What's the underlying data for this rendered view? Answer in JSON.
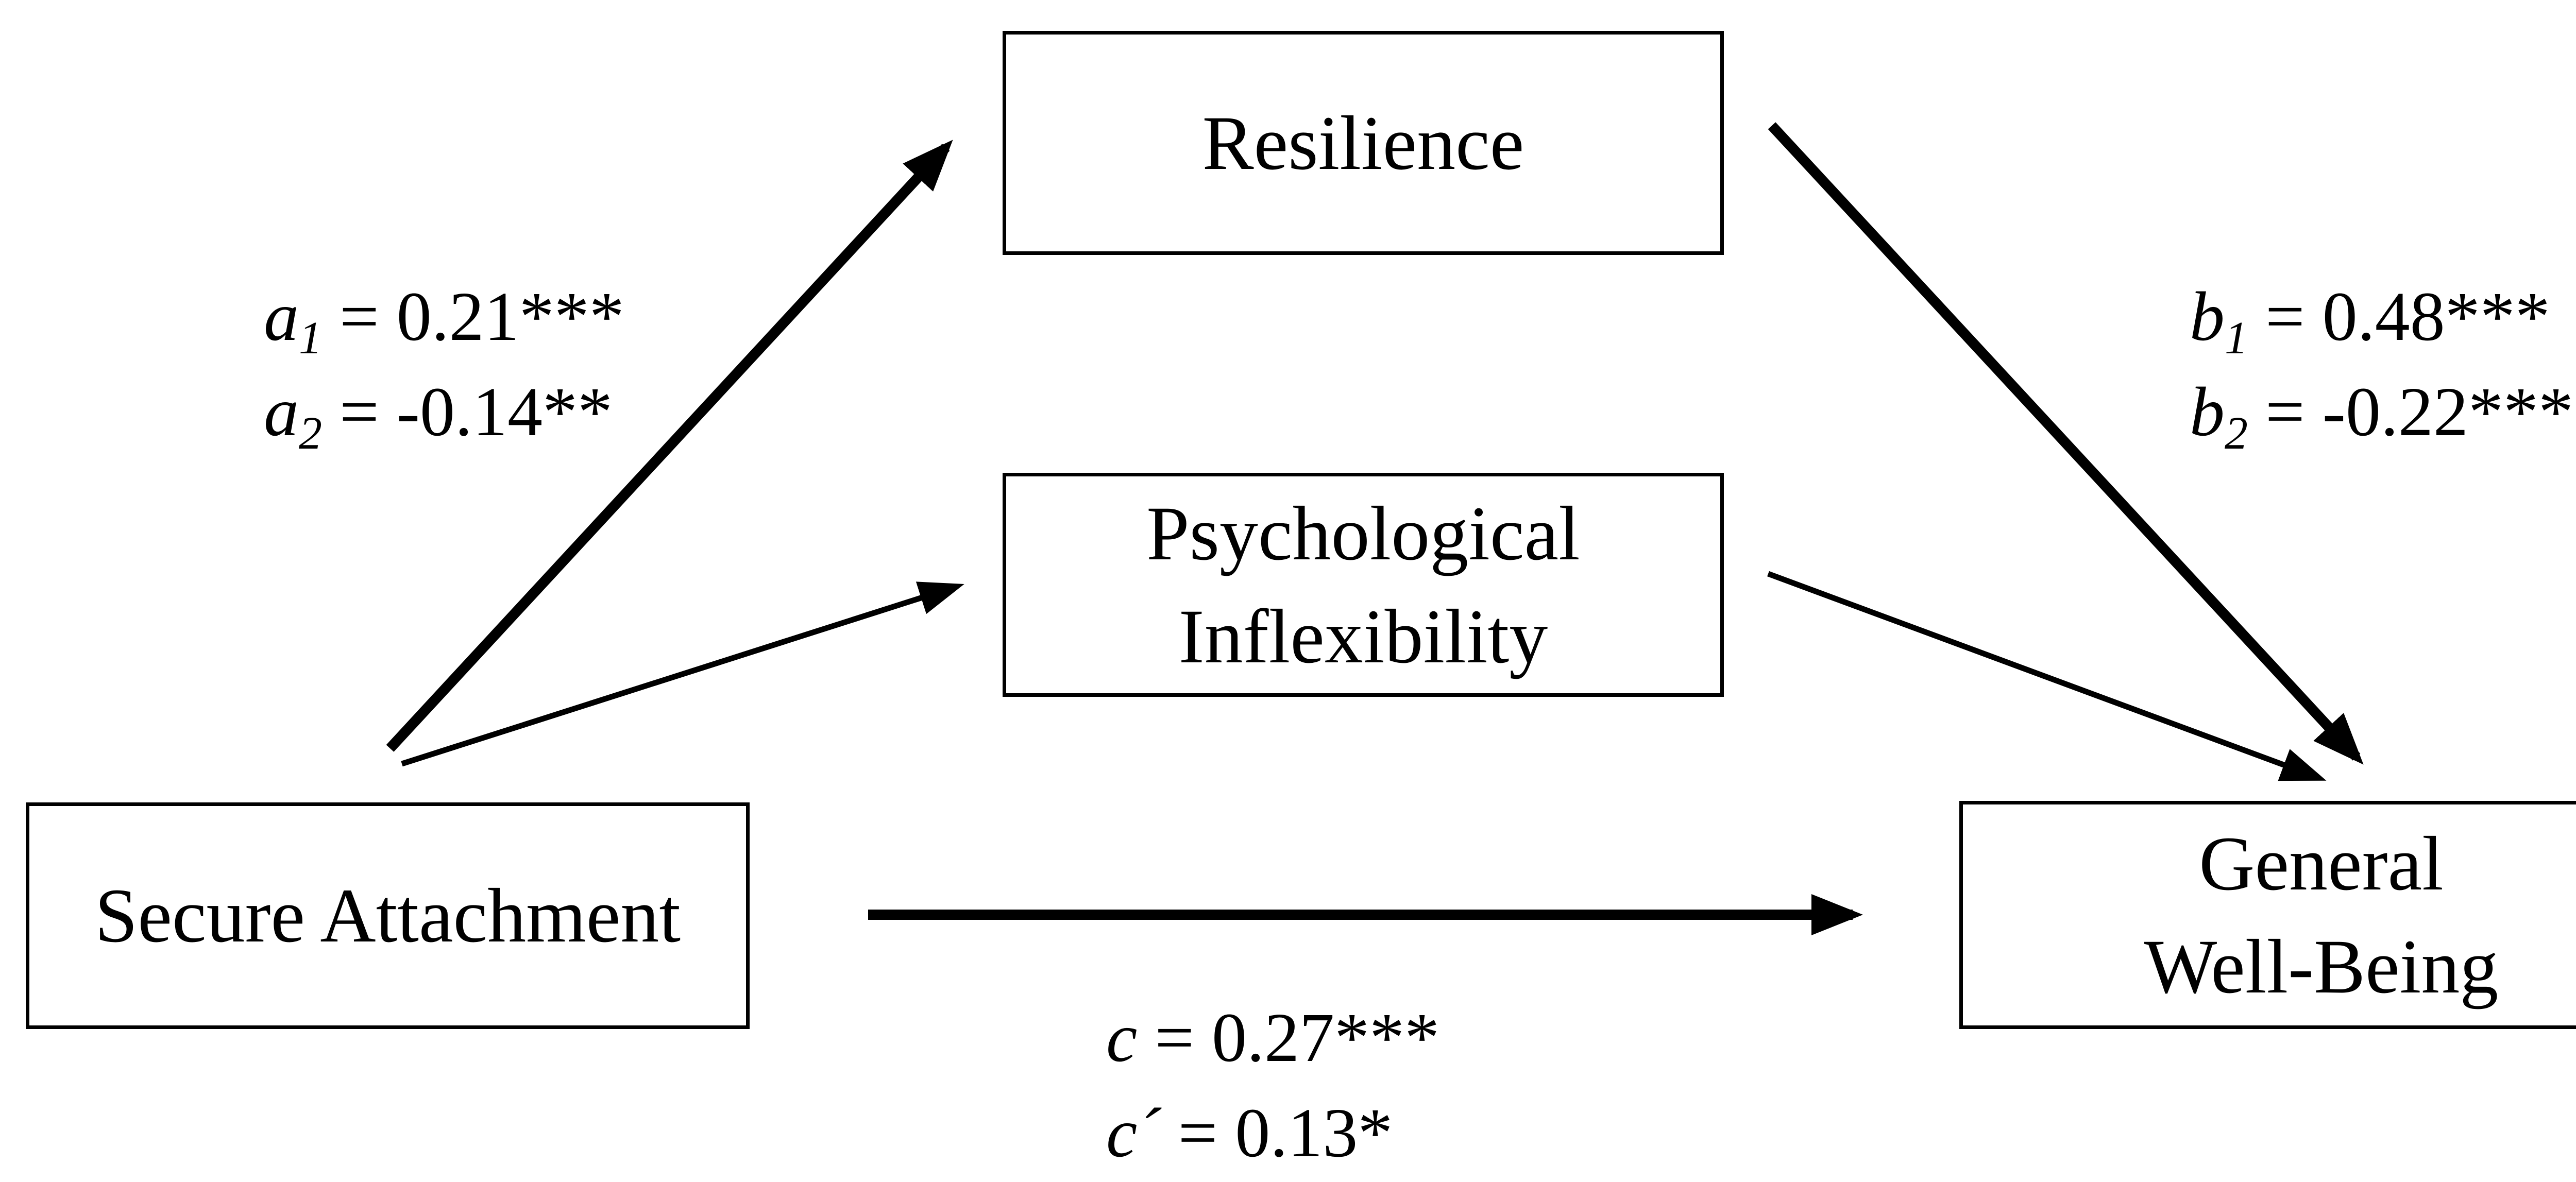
{
  "nodes": {
    "resilience": "Resilience",
    "psych_inflex": "Psychological\nInflexibility",
    "secure_attachment": "Secure Attachment",
    "general_wellbeing": "General\nWell-Being"
  },
  "paths": {
    "a1": {
      "symbol": "a",
      "subscript": "1",
      "value": "= 0.21***"
    },
    "a2": {
      "symbol": "a",
      "subscript": "2",
      "value": "= -0.14**"
    },
    "b1": {
      "symbol": "b",
      "subscript": "1",
      "value": "= 0.48***"
    },
    "b2": {
      "symbol": "b",
      "subscript": "2",
      "value": "= -0.22***"
    },
    "c": {
      "symbol": "c",
      "value": "= 0.27***"
    },
    "c_prime": {
      "symbol": "c",
      "prime": "´",
      "value": "= 0.13*"
    }
  },
  "colors": {
    "line": "#000000",
    "background": "#ffffff"
  }
}
